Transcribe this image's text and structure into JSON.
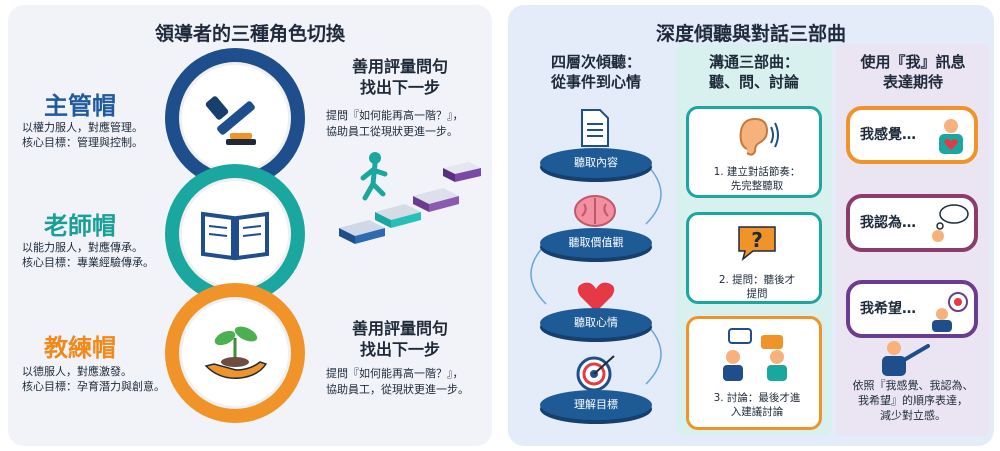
{
  "left": {
    "title": "領導者的三種角色切換",
    "manager": {
      "title": "主管帽",
      "line1": "以權力服人，對應管理。",
      "line2": "核心目標：管理與控制。"
    },
    "teacher": {
      "title": "老師帽",
      "line1": "以能力服人，對應傳承。",
      "line2": "核心目標：專業經驗傳承。"
    },
    "coach": {
      "title": "教練帽",
      "line1": "以德服人，對應激發。",
      "line2": "核心目標：孕育潛力與創意。"
    },
    "question1": {
      "title_line1": "善用評量問句",
      "title_line2": "找出下一步",
      "desc_line1": "提問『如何能再高一階？』，",
      "desc_line2": "協助員工從現狀更進一步。"
    },
    "question2": {
      "title_line1": "善用評量問句",
      "title_line2": "找出下一步",
      "desc_line1": "提問『如何能再高一階？』，",
      "desc_line2": "協助員工，從現狀更進一步。"
    }
  },
  "right": {
    "title": "深度傾聽與對話三部曲",
    "listen": {
      "title_line1": "四層次傾聽：",
      "title_line2": "從事件到心情",
      "layers": [
        "聽取內容",
        "聽取價值觀",
        "聽取心情",
        "理解目標"
      ]
    },
    "steps": {
      "title_line1": "溝通三部曲：",
      "title_line2": "聽、問、討論",
      "step1_line1": "1. 建立對話節奏：",
      "step1_line2": "先完整聽取",
      "step2_line1": "2. 提問：聽後才",
      "step2_line2": "提問",
      "step3_line1": "3. 討論：最後才進",
      "step3_line2": "入建議討論"
    },
    "i_message": {
      "title_line1": "使用『我』訊息",
      "title_line2": "表達期待",
      "bubbles": [
        "我感覺…",
        "我認為…",
        "我希望…"
      ],
      "footer_line1": "依照『我感覺、我認為、",
      "footer_line2": "我希望』的順序表達，",
      "footer_line3": "減少對立感。"
    }
  },
  "colors": {
    "navy": "#1e4f8c",
    "teal": "#1aa7a0",
    "orange": "#f0942a",
    "purple": "#6a3d8f"
  }
}
